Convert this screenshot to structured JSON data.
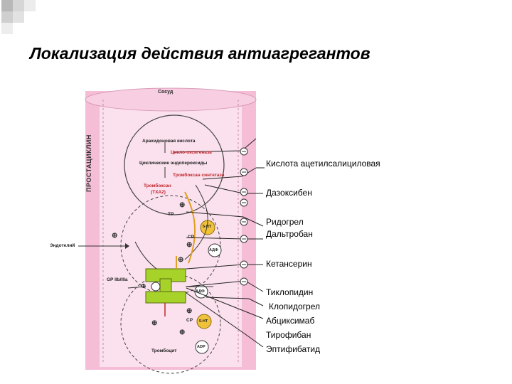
{
  "slide": {
    "title": "Локализация действия антиагрегантов"
  },
  "diagram": {
    "vessel_label": "Сосуд",
    "vertical_label": "ПРОСТАЦИКЛИН",
    "left_cell_label": "Эндотелий",
    "top_cycle_labels": [
      "Арахидоновая кислота",
      "Цикло-оксигеназа",
      "Циклические эндопероксиды",
      "Тромбоксан синтетаза",
      "Тромбоксан",
      "(TXA2)"
    ],
    "receptor_labels": [
      "TP",
      "5-HT",
      "CP",
      "АДФ",
      "GP IIb/IIIa",
      "Ф",
      "АДФ",
      "CP",
      "5-HT",
      "Тромбоцит",
      "ADP"
    ]
  },
  "drugs": [
    "Кислота ацетилсалициловая",
    "Дазоксибен",
    "Ридогрел",
    "Дальтробан",
    "Кетансерин",
    "Тиклопидин",
    "Клопидогрел",
    "Абциксимаб",
    "Тирофибан",
    "Эптифибатид"
  ],
  "colors": {
    "vessel_fill": "#f7c6dc",
    "vessel_inner": "#fbe3ee",
    "receptor_green": "#a6d22a",
    "receptor_yellow": "#f0c23a",
    "accent_red": "#c0262d"
  }
}
